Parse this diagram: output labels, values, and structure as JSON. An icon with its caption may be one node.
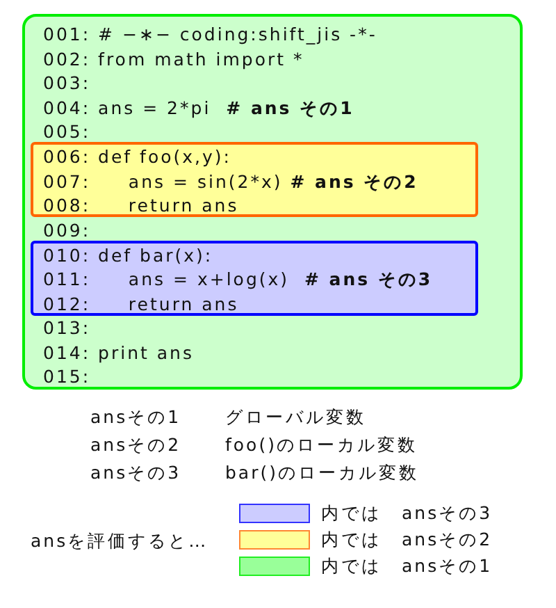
{
  "diagram": {
    "nodes": [
      {
        "text": [
          "001: # −∗− coding:shift_jis -*-",
          "002: from math import *",
          "003:",
          "004: ans = 2*pi  **# ans その1**",
          "005:",
          "009:",
          "013:",
          "014: print ans",
          "015:"
        ]
      },
      {
        "text": [
          "006: def foo(x,y):",
          "007:     ans = sin(2*x) **# ans その2**",
          "008:     return ans"
        ],
        "in": 0
      },
      {
        "text": [
          "010: def bar(x):",
          "011:     ans = x+log(x)  **# ans その3**",
          "012:     return ans"
        ],
        "in": 0
      }
    ],
    "labels": [
      "ansその1",
      "グローバル変数",
      "ansその2",
      "foo()のローカル変数",
      "ansその3",
      "bar()のローカル変数",
      "ansを評価すると…"
    ],
    "legend": [
      {
        "text": "内では　ansその3",
        "color": "#ccccff"
      },
      {
        "text": "内では　ansその2",
        "color": "#ffff99"
      },
      {
        "text": "内では　ansその1",
        "color": "#99ff99"
      }
    ]
  }
}
